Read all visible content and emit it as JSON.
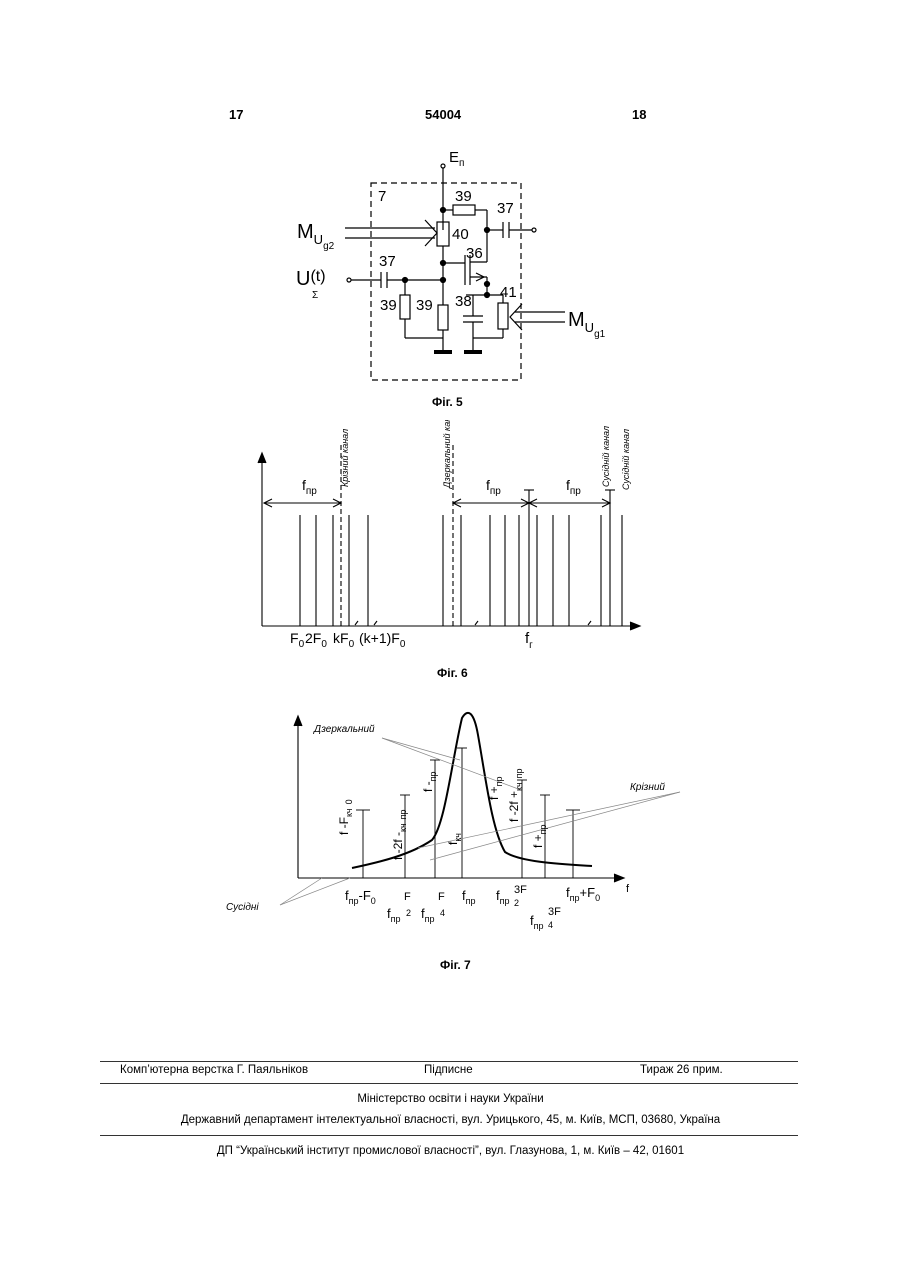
{
  "header": {
    "page_left": "17",
    "doc_number": "54004",
    "page_right": "18"
  },
  "fig5": {
    "caption": "Фіг. 5",
    "labels": {
      "supply": "E",
      "supply_sub": "п",
      "block": "7",
      "r39_top": "39",
      "c37_right": "37",
      "r40": "40",
      "t36": "36",
      "c37_left": "37",
      "r39_left": "39",
      "r39_mid": "39",
      "c38": "38",
      "r41": "41",
      "mug2_main": "M",
      "mug2_sub": "U",
      "mug2_subsub": "g2",
      "usig_main": "U",
      "usig_arg": "(t)",
      "usig_sub": "Σ",
      "mug1_main": "M",
      "mug1_sub": "U",
      "mug1_subsub": "g1"
    }
  },
  "fig6": {
    "caption": "Фіг. 6",
    "fpr_left": "f",
    "fpr_sub": "пр",
    "fpr_mid": "f",
    "fpr_mid_sub": "пр",
    "fpr_right": "f",
    "fpr_right_sub": "пр",
    "rot_labels": [
      "Крізний канал",
      "Дзеркальний канал",
      "Сусідній канал",
      "Сусідній канал"
    ],
    "axis_labels": {
      "F0": "F",
      "F0s": "0",
      "two": "2F",
      "twos": "0",
      "k": "kF",
      "ks": "0",
      "k1": "(k+1)F",
      "k1s": "0",
      "fr": "f",
      "frs": "г"
    }
  },
  "fig7": {
    "caption": "Фіг. 7",
    "legend": {
      "mirror": "Дзеркальний",
      "through": "Крізний",
      "adjacent": "Сусідні"
    },
    "axis_f": "f",
    "bottom": {
      "a": "f",
      "a_sub": "пр",
      "a_rest": "-F",
      "a_rest_sub": "0",
      "b": "f",
      "b_sub": "пр",
      "b_frac": "F",
      "b_den": "2",
      "c": "f",
      "c_sub": "пр",
      "c_frac": "F",
      "c_den": "4",
      "d": "f",
      "d_sub": "пр",
      "e": "f",
      "e_sub": "пр",
      "e_frac": "3F",
      "e_den": "2",
      "g": "f",
      "g_sub": "пр",
      "g_frac": "3F",
      "g_den": "4",
      "h": "f",
      "h_sub": "пр",
      "h_rest": "+F",
      "h_rest_sub": "0"
    },
    "rotated": {
      "r1": "f  -F",
      "r1_sub": "кч",
      "r1_sub2": "0",
      "r2": "f  -2f  -",
      "r2_sub": "кч",
      "r2_sub2": "пр",
      "r3": "f",
      "r3_sub": "кч",
      "r4": "f  -2f  +",
      "r4_sub": "кч",
      "r4_sub2": "пр",
      "r5": "f  +",
      "r5_sub": "пр",
      "r6": "f  -",
      "r6_sub": "пр",
      "r7": "f  +",
      "r7_sub": "пр"
    }
  },
  "footer": {
    "layout": "Комп’ютерна верстка Г. Паяльніков",
    "signed": "Підписне",
    "print_run": "Тираж 26 прим.",
    "ministry": "Міністерство освіти і науки України",
    "department": "Державний департамент інтелектуальної власності, вул. Урицького, 45, м. Київ, МСП, 03680, Україна",
    "institute": "ДП “Український інститут промислової власності”, вул. Глазунова, 1, м. Київ – 42, 01601"
  }
}
